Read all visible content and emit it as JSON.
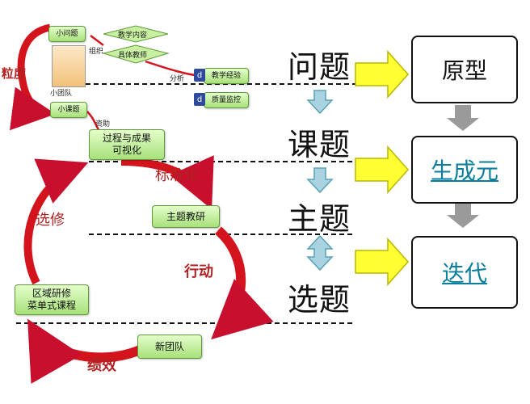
{
  "left_boxes": {
    "small_problem": "小问题",
    "teaching_content": "教学内容",
    "specific_teacher": "具体教师",
    "teaching_experience": "教学经验",
    "quality_monitoring": "质量监控",
    "small_topic": "小课题",
    "process_and_results": "过程与成果",
    "visualization": "可视化",
    "theme_research": "主题教研",
    "regional_research": "区域研修",
    "menu_courses": "菜单式课程",
    "new_team": "新团队"
  },
  "edge_labels": {
    "organize": "组织",
    "analyze": "分析",
    "assist": "资助",
    "small_team": "小团队"
  },
  "red_labels": {
    "granularity": "粒度",
    "standardization": "标准化",
    "selection": "选修",
    "action": "行动",
    "performance": "绩效"
  },
  "stages": [
    "问题",
    "课题",
    "主题",
    "选题"
  ],
  "right_boxes": {
    "prototype": "原型",
    "generative_unit": "生成元",
    "iteration": "迭代"
  },
  "badge_glyph": "d"
}
